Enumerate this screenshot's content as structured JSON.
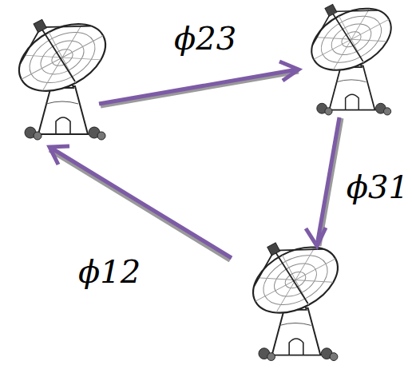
{
  "diagram": {
    "labels": [
      "ϕ23",
      "ϕ31",
      "ϕ12"
    ]
  }
}
